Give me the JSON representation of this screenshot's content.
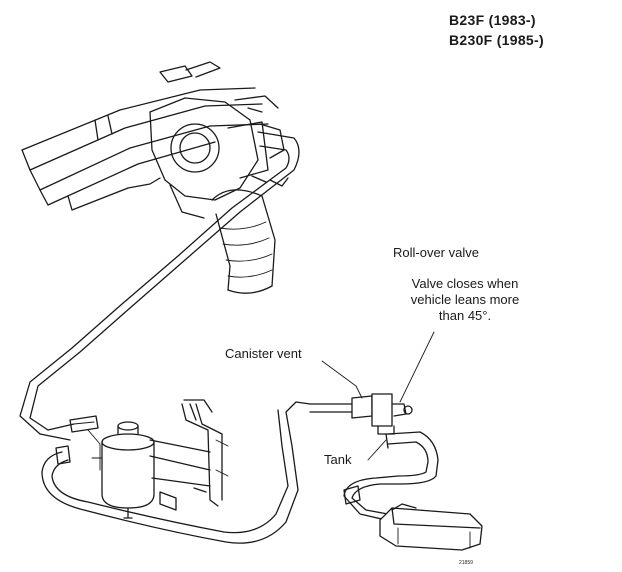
{
  "engine_models": [
    "B23F (1983-)",
    "B230F (1985-)"
  ],
  "callouts": {
    "rollover_title": "Roll-over valve",
    "rollover_note": [
      "Valve closes when",
      "vehicle leans more",
      "than 45°."
    ],
    "canister_vent": "Canister vent",
    "tank": "Tank"
  },
  "figure_code": "21859"
}
